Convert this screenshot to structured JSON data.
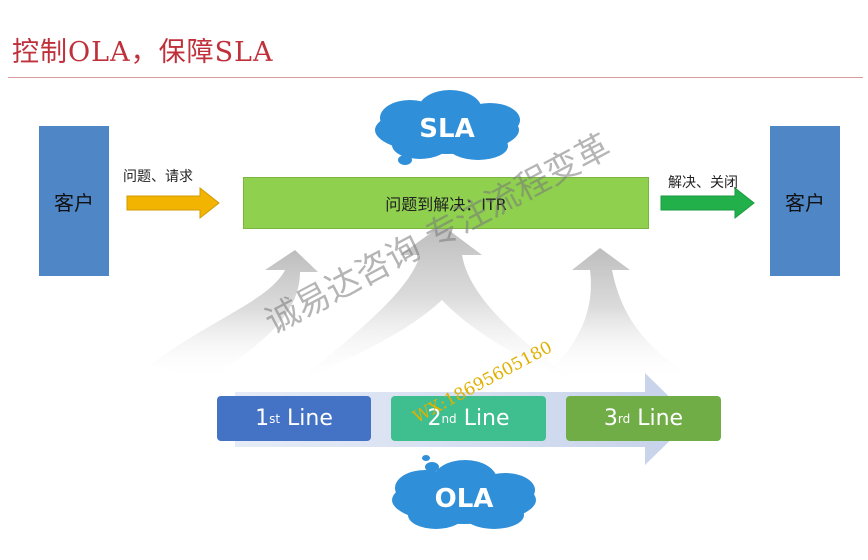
{
  "title": "控制OLA，保障SLA",
  "customer_left": "客户",
  "customer_right": "客户",
  "input_label": "问题、请求",
  "output_label": "解决、关闭",
  "itr_label": "问题到解决：ITR",
  "sla_label": "SLA",
  "ola_label": "OLA",
  "lines": [
    {
      "num": "1",
      "sup": "st",
      "text": "Line",
      "color": "#4472c4"
    },
    {
      "num": "2",
      "sup": "nd",
      "text": "Line",
      "color": "#3fbf8f"
    },
    {
      "num": "3",
      "sup": "rd",
      "text": "Line",
      "color": "#70ad47"
    }
  ],
  "watermark": {
    "main": "诚易达咨询 专注流程变革",
    "contact": "WX:18695605180"
  },
  "colors": {
    "customer": "#4f86c6",
    "itr": "#8fd14f",
    "input_arrow": "#f2b400",
    "output_arrow": "#22b04b",
    "cloud": "#2f8fd8"
  }
}
